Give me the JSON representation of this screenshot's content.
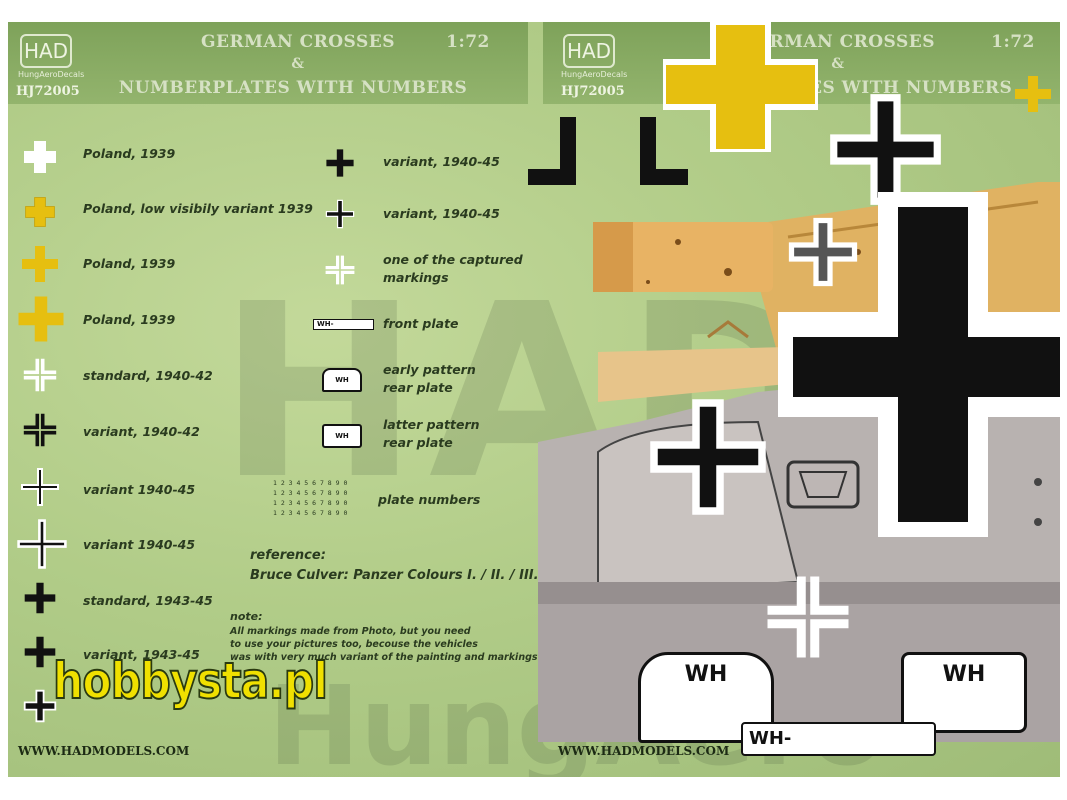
{
  "header_left": {
    "logo": "HAD",
    "brand": "HungAeroDecals",
    "code": "HJ72005",
    "title_line1": "GERMAN CROSSES",
    "title_amp": "&",
    "title_line2": "NUMBERPLATES WITH NUMBERS",
    "scale": "1:72"
  },
  "header_right": {
    "logo": "HAD",
    "brand": "HungAeroDecals",
    "code": "HJ72005",
    "title_line1": "GERMAN CROSSES",
    "title_amp": "&",
    "title_line2": "NUMBERPLATES WITH NUMBERS",
    "scale": "1:72"
  },
  "legend_left": [
    {
      "label": "Poland, 1939",
      "icon": "white-cross-icon"
    },
    {
      "label": "Poland, low visibily variant 1939",
      "icon": "yellow-cross-icon"
    },
    {
      "label": "Poland, 1939",
      "icon": "yellow-cross-icon"
    },
    {
      "label": "Poland, 1939",
      "icon": "yellow-cross-icon"
    },
    {
      "label": "standard, 1940-42",
      "icon": "white-outline-cross-icon"
    },
    {
      "label": "variant, 1940-42",
      "icon": "black-outline-cross-icon"
    },
    {
      "label": "variant 1940-45",
      "icon": "thin-cross-icon"
    },
    {
      "label": "variant 1940-45",
      "icon": "thin-cross-icon"
    },
    {
      "label": "standard, 1943-45",
      "icon": "black-cross-icon"
    },
    {
      "label": "variant, 1943-45",
      "icon": "black-cross-icon"
    }
  ],
  "legend_right": [
    {
      "label": "variant, 1940-45"
    },
    {
      "label": "variant, 1940-45"
    },
    {
      "label1": "one of the captured",
      "label2": "markings"
    },
    {
      "label": "front plate",
      "plate": "WH-"
    },
    {
      "label1": "early pattern",
      "label2": "rear plate",
      "plate": "WH"
    },
    {
      "label1": "latter pattern",
      "label2": "rear plate",
      "plate": "WH"
    },
    {
      "label": "plate numbers",
      "digits": "1 2 3 4 5 6 7 8 9 0"
    }
  ],
  "reference": {
    "heading": "reference:",
    "text": "Bruce Culver: Panzer Colours I. / II. / III."
  },
  "note": {
    "heading": "note:",
    "line1": "All markings made from Photo, but you need",
    "line2": "to use your pictures too, becouse the vehicles",
    "line3": "was with very much variant of the painting and markings."
  },
  "site_left": "WWW.HADMODELS.COM",
  "site_right": "WWW.HADMODELS.COM",
  "plates_big": [
    "WH",
    "WH",
    "WH-"
  ],
  "watermarks": {
    "had": "HAD",
    "hungaero": "HungAero"
  },
  "hobby_watermark": "hobbysta.pl",
  "colors": {
    "yellow": "#e6bf10",
    "black": "#111111",
    "white": "#ffffff",
    "sheet": "#b7cf8e"
  }
}
